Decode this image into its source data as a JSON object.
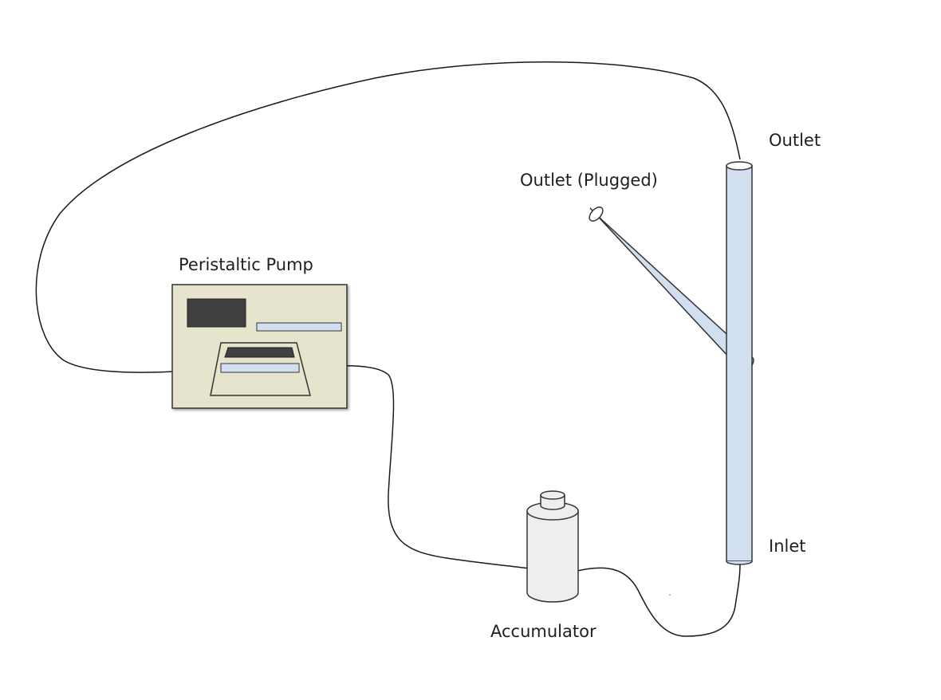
{
  "labels": {
    "pump": "Peristaltic Pump",
    "outlet_plugged": "Outlet (Plugged)",
    "outlet": "Outlet",
    "inlet": "Inlet",
    "accumulator": "Accumulator"
  },
  "colors": {
    "background": "#ffffff",
    "pump_body": "#e6e4cc",
    "pump_display": "#404040",
    "tube_fill": "#d2dff0",
    "accumulator_fill": "#eeeeee",
    "line": "#1a1a1a"
  }
}
